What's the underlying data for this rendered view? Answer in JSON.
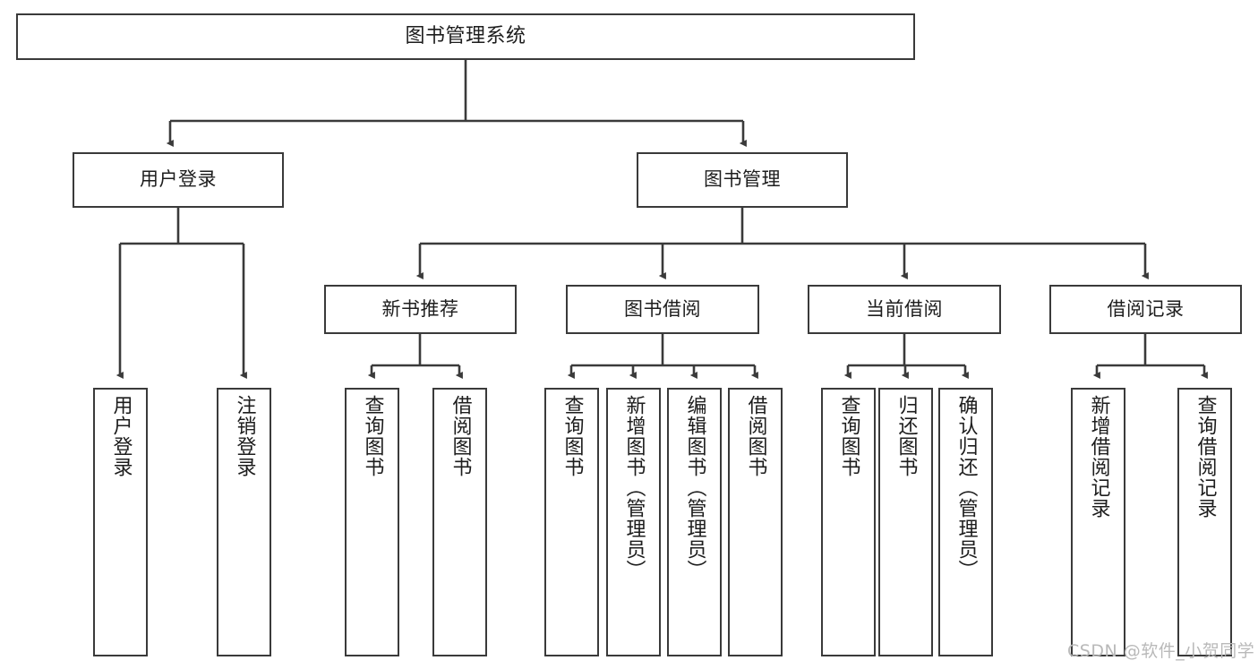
{
  "diagram": {
    "title": "图书管理系统",
    "style": {
      "stroke": "#3a3a3a",
      "fill": "#ffffff",
      "text": "#1d1d1d",
      "watermark_color": "#b9b9b9"
    },
    "root": {
      "id": "root",
      "label": "图书管理系统"
    },
    "level2": [
      {
        "id": "user-login",
        "label": "用户登录"
      },
      {
        "id": "book-manage",
        "label": "图书管理"
      }
    ],
    "level3": [
      {
        "id": "new-book-rec",
        "label": "新书推荐"
      },
      {
        "id": "book-borrow",
        "label": "图书借阅"
      },
      {
        "id": "current-borrow",
        "label": "当前借阅"
      },
      {
        "id": "borrow-record",
        "label": "借阅记录"
      }
    ],
    "leaves": {
      "user_login": [
        {
          "id": "leaf-user-login",
          "label": "用户登录"
        },
        {
          "id": "leaf-user-logout",
          "label": "注销登录"
        }
      ],
      "new_book_rec": [
        {
          "id": "leaf-query-book-1",
          "label": "查询图书"
        },
        {
          "id": "leaf-borrow-book-1",
          "label": "借阅图书"
        }
      ],
      "book_borrow": [
        {
          "id": "leaf-query-book-2",
          "label": "查询图书"
        },
        {
          "id": "leaf-add-book",
          "label": "新增图书（管理员）"
        },
        {
          "id": "leaf-edit-book",
          "label": "编辑图书（管理员）"
        },
        {
          "id": "leaf-borrow-book-2",
          "label": "借阅图书"
        }
      ],
      "current_borrow": [
        {
          "id": "leaf-query-book-3",
          "label": "查询图书"
        },
        {
          "id": "leaf-return-book",
          "label": "归还图书"
        },
        {
          "id": "leaf-confirm-return",
          "label": "确认归还（管理员）"
        }
      ],
      "borrow_record": [
        {
          "id": "leaf-add-record",
          "label": "新增借阅记录"
        },
        {
          "id": "leaf-query-record",
          "label": "查询借阅记录"
        }
      ]
    },
    "watermark": "CSDN @软件_小贺同学"
  }
}
